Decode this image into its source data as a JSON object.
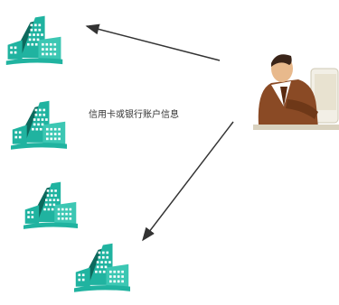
{
  "diagram": {
    "label": "信用卡或银行账户信息",
    "nodes": [
      {
        "id": "bank-1",
        "icon": "bank-building-icon"
      },
      {
        "id": "bank-2",
        "icon": "bank-building-icon"
      },
      {
        "id": "bank-3",
        "icon": "bank-building-icon"
      },
      {
        "id": "bank-4",
        "icon": "bank-building-icon"
      },
      {
        "id": "person",
        "icon": "person-at-computer-icon"
      }
    ],
    "edges": [
      {
        "from": "person",
        "to": "bank-1"
      },
      {
        "from": "person",
        "to": "bank-4"
      }
    ],
    "colors": {
      "building_teal": "#20b3a0",
      "building_dark": "#0d6a5e",
      "suit_brown": "#8a4a25",
      "arrow": "#333333"
    }
  }
}
